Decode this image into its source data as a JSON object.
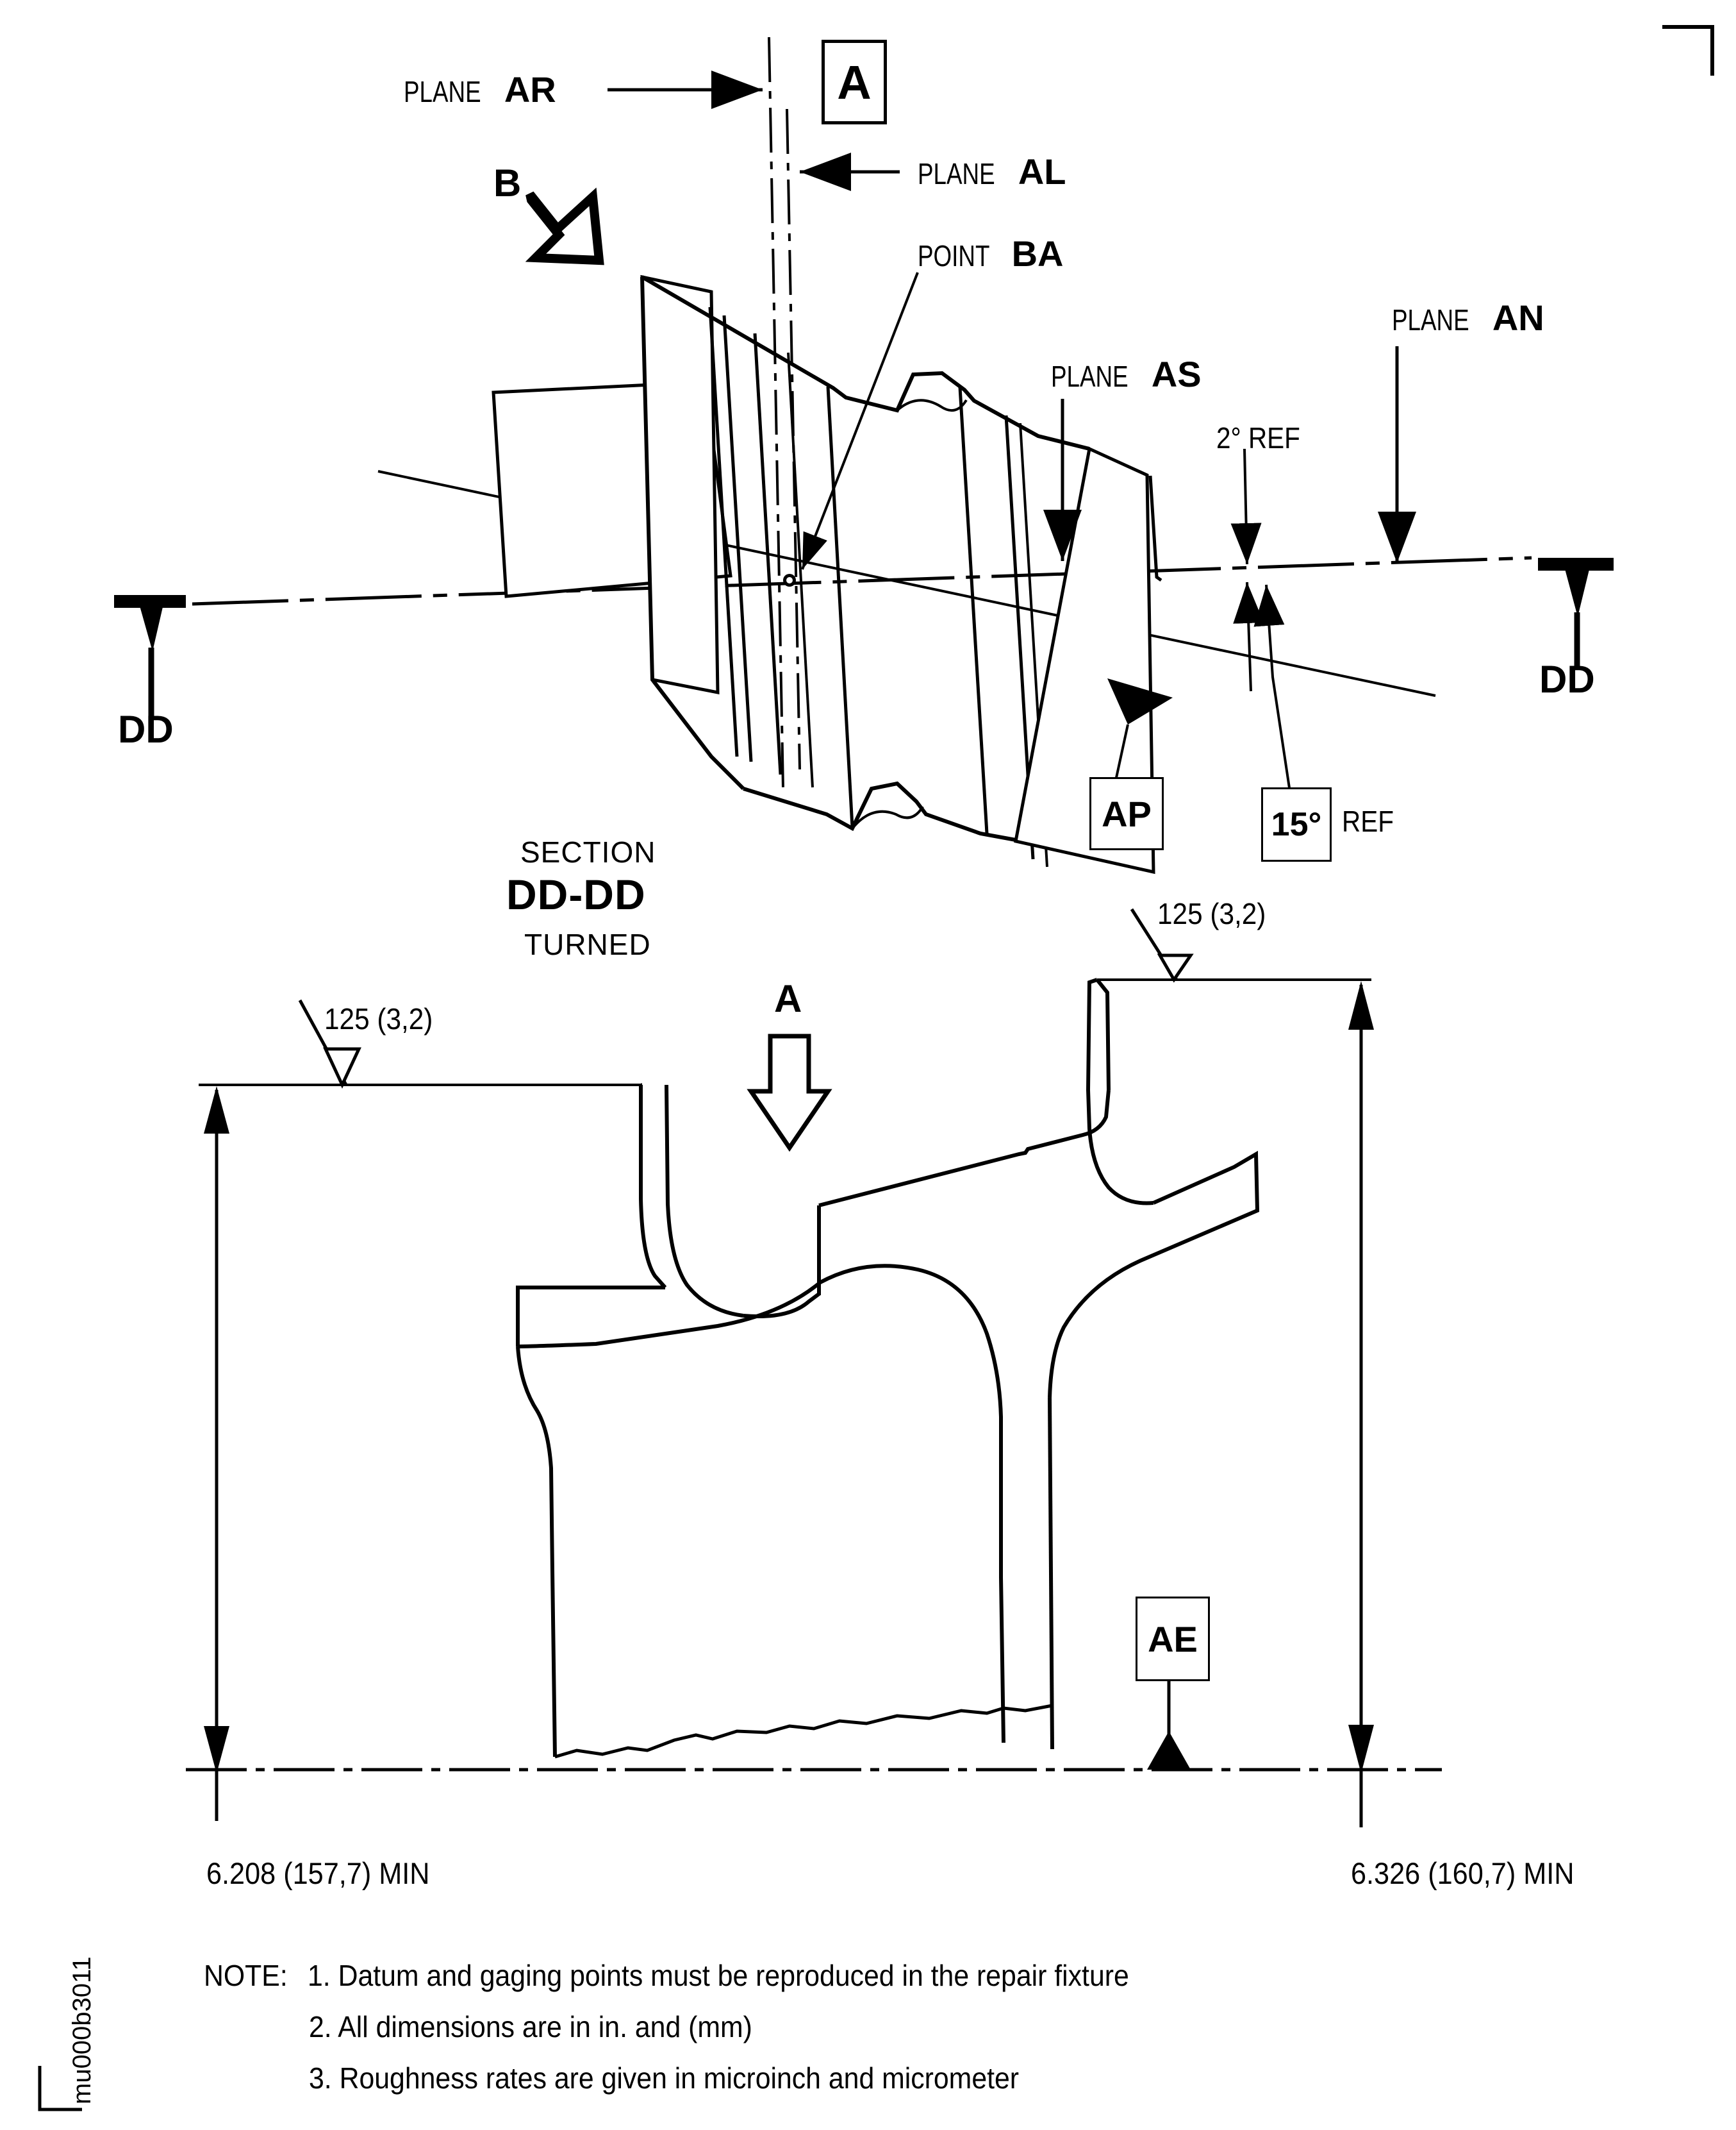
{
  "drawing": {
    "id_stamp": "mu000b3011",
    "corner_mark": "crop-corner"
  },
  "iso_view": {
    "labels": [
      {
        "prefix": "PLANE",
        "tag": "AR"
      },
      {
        "prefix": "PLANE",
        "tag": "AL"
      },
      {
        "prefix": "POINT",
        "tag": "BA"
      },
      {
        "prefix": "PLANE",
        "tag": "AS"
      },
      {
        "prefix": "PLANE",
        "tag": "AN"
      }
    ],
    "plane_ar": "PLANE",
    "plane_ar_tag": "AR",
    "plane_al": "PLANE",
    "plane_al_tag": "AL",
    "point_ba": "POINT",
    "point_ba_tag": "BA",
    "plane_as": "PLANE",
    "plane_as_tag": "AS",
    "plane_an": "PLANE",
    "plane_an_tag": "AN",
    "datum_a": "A",
    "view_arrow_b": "B",
    "angle_2deg": "2° REF",
    "angle_15deg": "15°",
    "angle_15deg_ref": "REF",
    "datum_ap": "AP",
    "section_left": "DD",
    "section_right": "DD"
  },
  "section_view": {
    "title_line1": "SECTION",
    "title_line2": "DD-DD",
    "title_line3": "TURNED",
    "arrow_a": "A",
    "datum_ae": "AE",
    "finish_left": "125 (3,2)",
    "finish_right": "125 (3,2)",
    "dim_left": "6.208 (157,7) MIN",
    "dim_right": "6.326 (160,7) MIN"
  },
  "notes": {
    "label": "NOTE:",
    "items": [
      "1. Datum and gaging points must be reproduced in the repair fixture",
      "2. All dimensions are in in. and (mm)",
      "3. Roughness rates are given in microinch and micrometer"
    ],
    "item1": "1. Datum and gaging points must be reproduced in the repair fixture",
    "item2": "2. All dimensions are in in. and (mm)",
    "item3": "3. Roughness rates are given in microinch and micrometer"
  },
  "colors": {
    "ink": "#000000",
    "paper": "#ffffff"
  }
}
